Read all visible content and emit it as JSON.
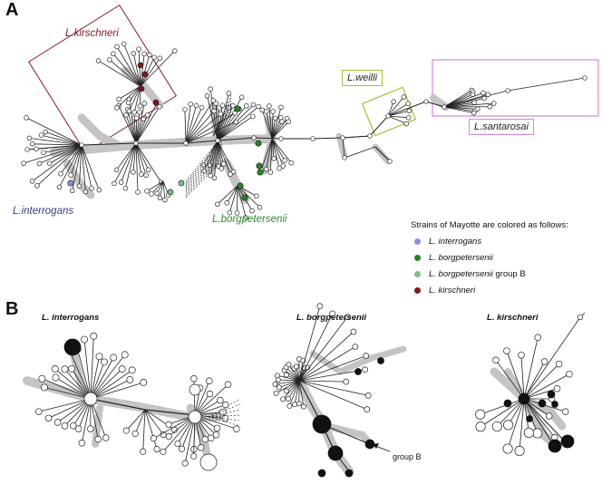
{
  "panel_a": {
    "letter": "A",
    "labels": {
      "kirschneri": "L.kirschneri",
      "interrogans": "L.interrogans",
      "borgpetersenii": "L.borgpetersenii",
      "weilli": "L.weilli",
      "santarosai": "L.santarosai"
    },
    "legend": {
      "title": "Strains of Mayotte are colored as follows:",
      "items": [
        {
          "name": "L. interrogans",
          "suffix": "",
          "color": "#8a8ee6"
        },
        {
          "name": "L. borgpetersenii",
          "suffix": "",
          "color": "#1f8a1f"
        },
        {
          "name": "L. borgpetersenii",
          "suffix": " group B",
          "color": "#7cc27c"
        },
        {
          "name": "L. kirschneri",
          "suffix": "",
          "color": "#8b1414"
        }
      ]
    }
  },
  "panel_b": {
    "letter": "B",
    "titles": {
      "interrogans": "L. interrogans",
      "borgpetersenii": "L. borgpetersenii",
      "kirschneri": "L. kirschneri"
    },
    "group_b_label": "group B"
  },
  "colors": {
    "kirschneri": "#8b1a2a",
    "interrogans": "#3a3a8c",
    "borgpetersenii": "#2e8b2e",
    "weilli_box": "#a8c032",
    "santarosai_box": "#d08ad8",
    "halo": "#c4c4c4"
  }
}
